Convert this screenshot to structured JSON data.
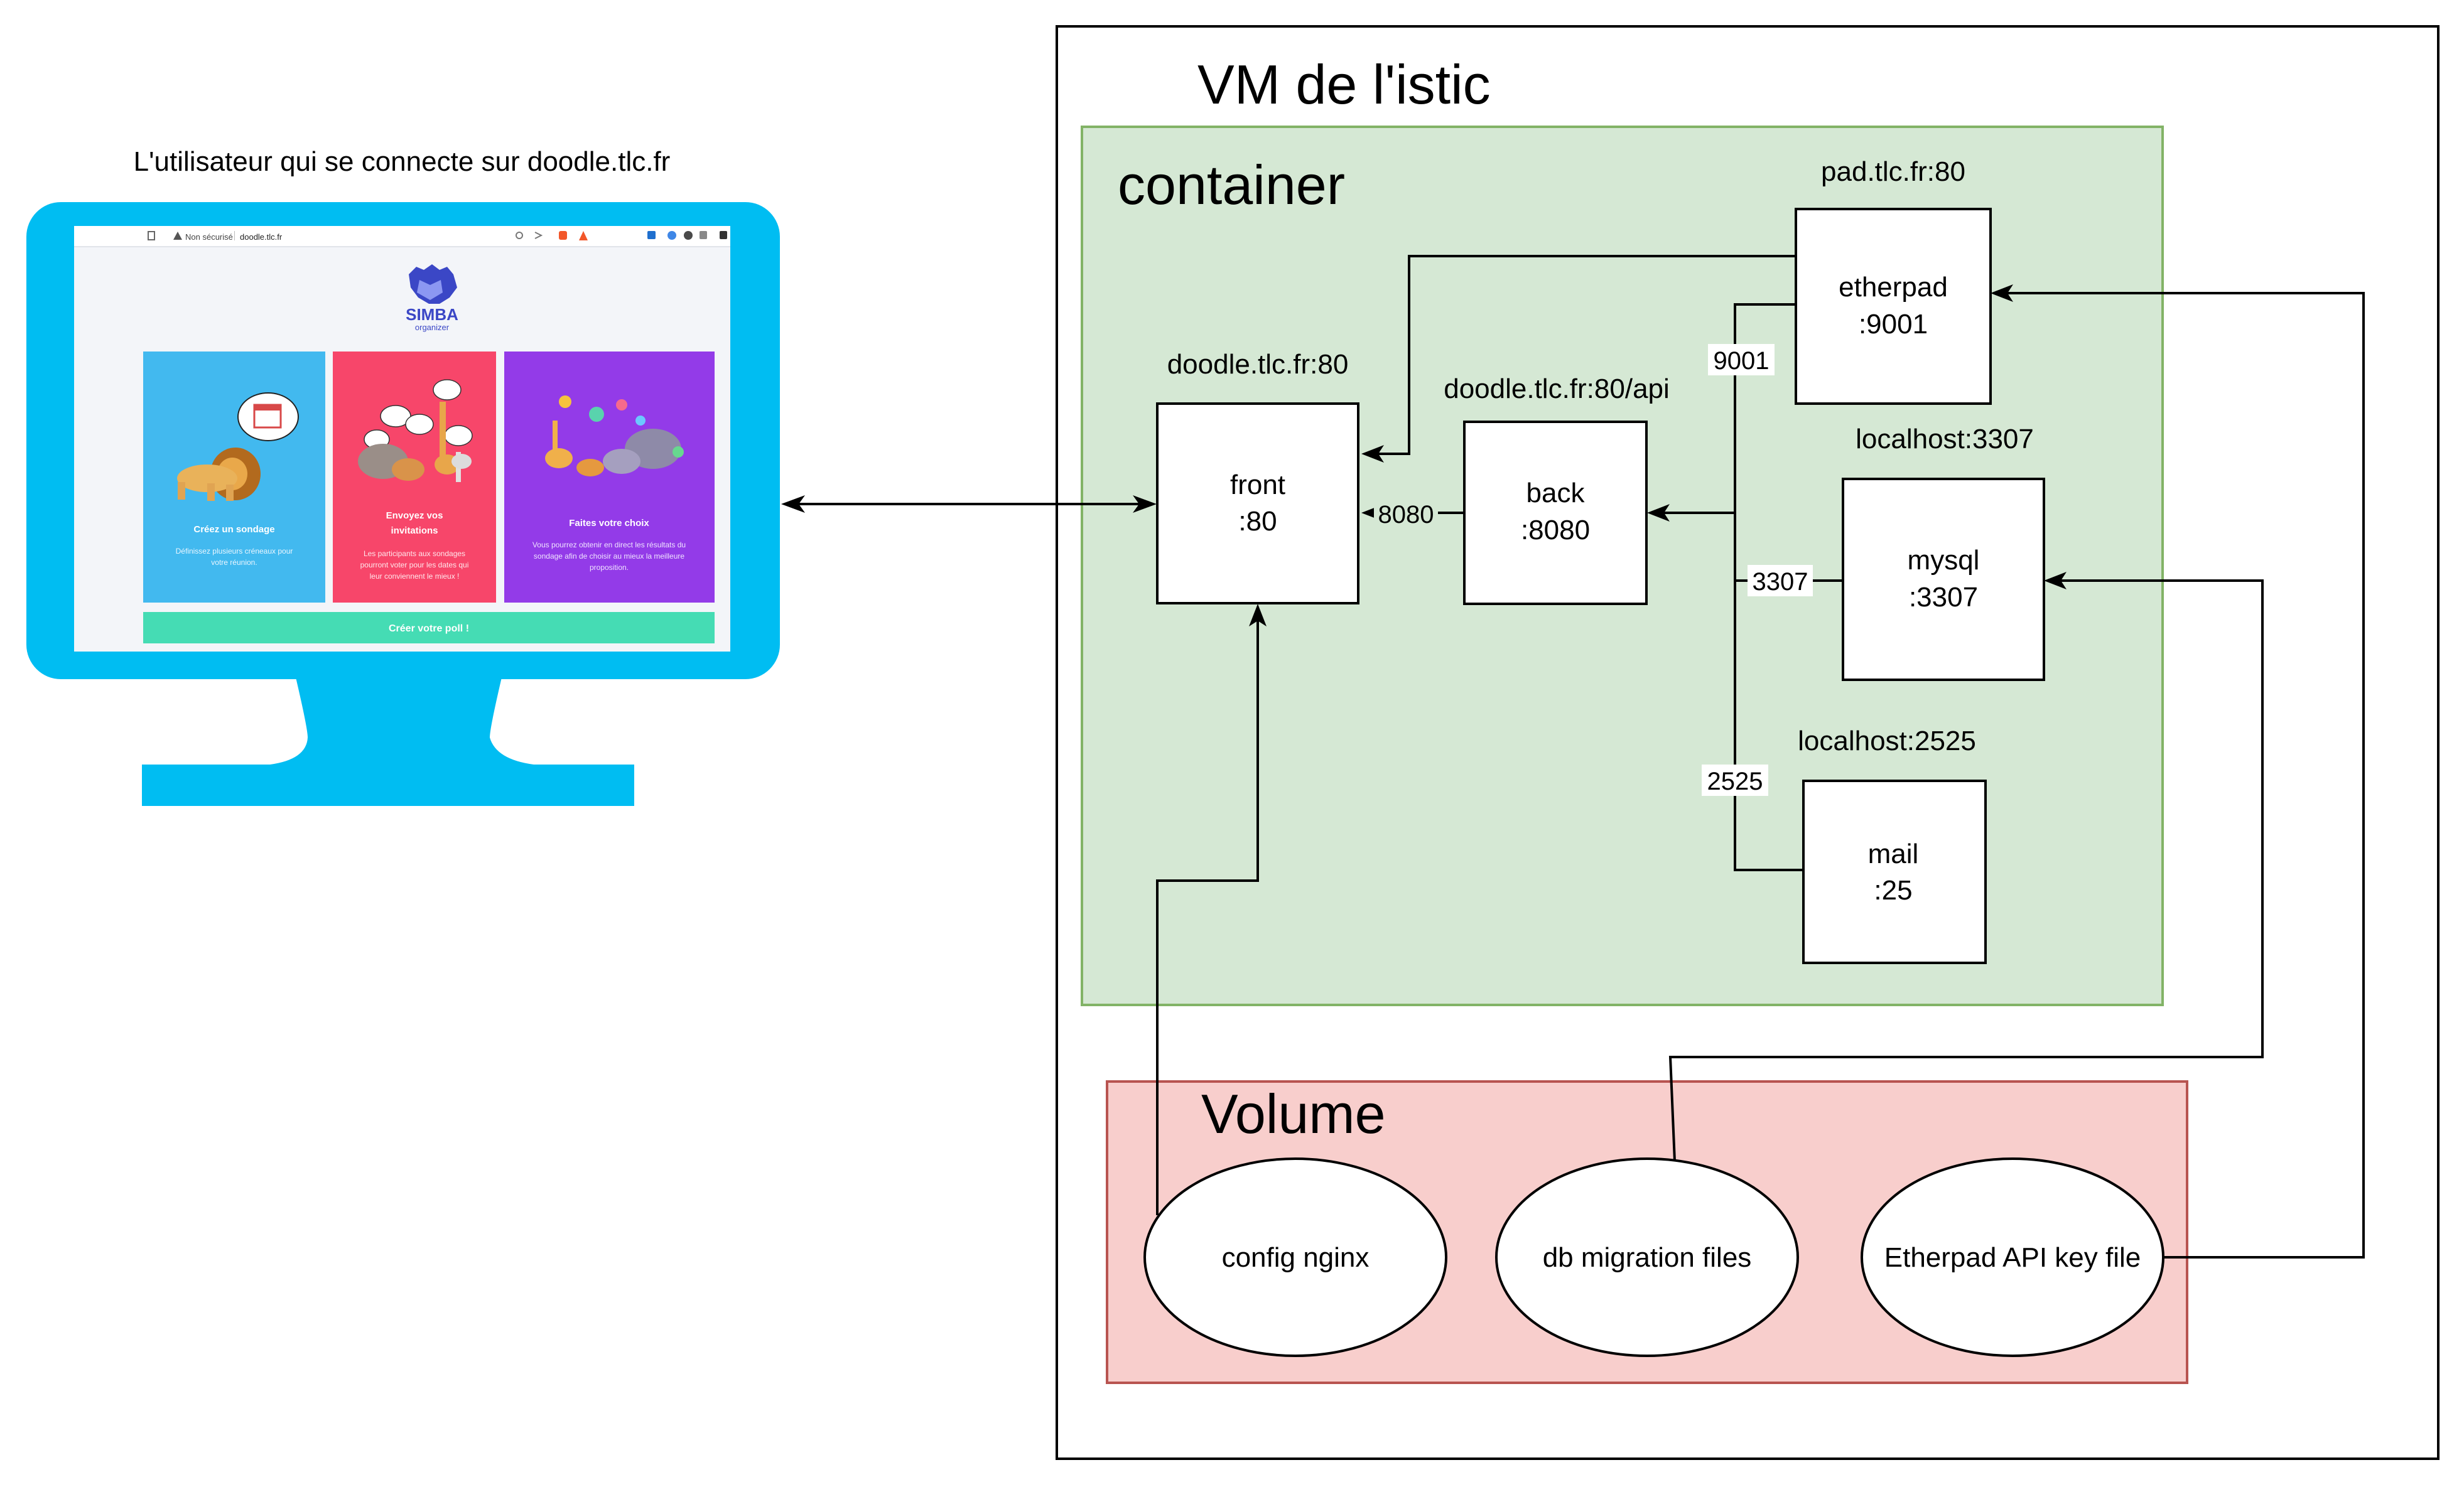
{
  "monitor": {
    "caption": "L'utilisateur qui se connecte sur doodle.tlc.fr",
    "browser": {
      "security_text": "Non sécurisé",
      "url": "doodle.tlc.fr"
    },
    "app": {
      "logo_text": "SIMBA",
      "logo_subtext": "organizer",
      "cards": [
        {
          "title": "Créez un sondage",
          "body_lines": [
            "Définissez plusieurs créneaux pour",
            "votre réunion."
          ],
          "color": "#42b9ef"
        },
        {
          "title_lines": [
            "Envoyez vos",
            "invitations"
          ],
          "body_lines": [
            "Les participants aux sondages",
            "pourront voter pour les dates qui",
            "leur conviennent le mieux !"
          ],
          "color": "#f7466a"
        },
        {
          "title": "Faites votre choix",
          "body_lines": [
            "Vous pourrez obtenir en direct les résultats du",
            "sondage afin de choisir au mieux la meilleure",
            "proposition."
          ],
          "color": "#933be8"
        }
      ],
      "cta_label": "Créer votre poll !",
      "cta_color": "#45dcb4"
    },
    "frame_color": "#00bdf2"
  },
  "vm": {
    "title": "VM de l'istic"
  },
  "container": {
    "title": "container",
    "fill": "#d5e8d4",
    "stroke": "#82b366"
  },
  "nodes": {
    "front": {
      "header": "doodle.tlc.fr:80",
      "line1": "front",
      "line2": ":80"
    },
    "back": {
      "header": "doodle.tlc.fr:80/api",
      "line1": "back",
      "line2": ":8080"
    },
    "etherpad": {
      "header": "pad.tlc.fr:80",
      "line1": "etherpad",
      "line2": ":9001"
    },
    "mysql": {
      "header": "localhost:3307",
      "line1": "mysql",
      "line2": ":3307"
    },
    "mail": {
      "header": "localhost:2525",
      "line1": "mail",
      "line2": ":25"
    }
  },
  "edge_labels": {
    "front_back": "8080",
    "etherpad": "9001",
    "mysql": "3307",
    "mail": "2525"
  },
  "volume": {
    "title": "Volume",
    "fill": "#f8cecc",
    "stroke": "#b85450",
    "items": [
      "config nginx",
      "db migration files",
      "Etherpad API key file"
    ]
  }
}
